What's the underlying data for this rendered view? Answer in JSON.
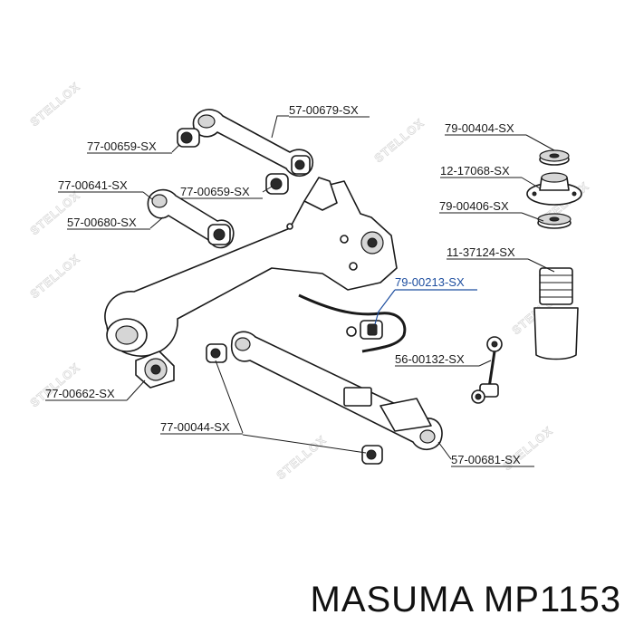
{
  "watermark": {
    "text": "STELLOX"
  },
  "labels": {
    "p57_00679": "57-00679-SX",
    "p77_00659_a": "77-00659-SX",
    "p77_00641": "77-00641-SX",
    "p77_00659_b": "77-00659-SX",
    "p57_00680": "57-00680-SX",
    "p79_00404": "79-00404-SX",
    "p12_17068": "12-17068-SX",
    "p79_00406": "79-00406-SX",
    "p11_37124": "11-37124-SX",
    "p79_00213": "79-00213-SX",
    "p56_00132": "56-00132-SX",
    "p77_00662": "77-00662-SX",
    "p77_00044": "77-00044-SX",
    "p57_00681": "57-00681-SX"
  },
  "highlight_color": "#1f4fa0",
  "footer": {
    "text": "MASUMA MP1153"
  }
}
